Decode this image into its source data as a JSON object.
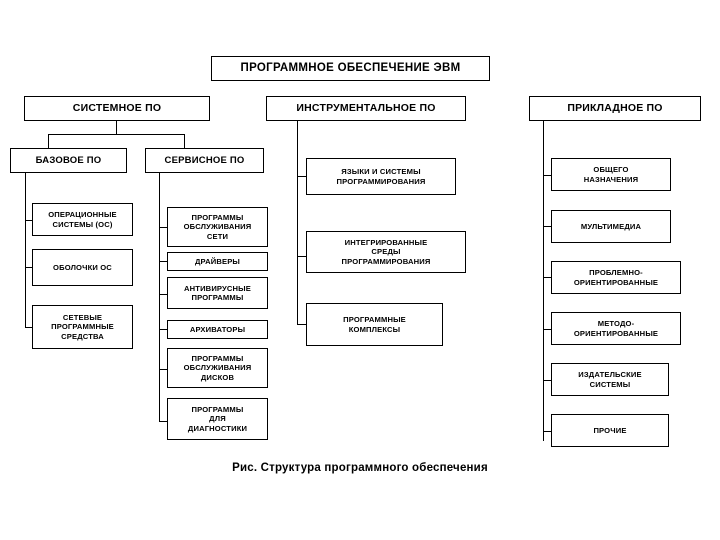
{
  "diagram": {
    "caption": "Рис. Структура программного обеспечения",
    "root": {
      "label": "ПРОГРАММНОЕ ОБЕСПЕЧЕНИЕ ЭВМ"
    },
    "branches": [
      {
        "id": "system",
        "label": "СИСТЕМНОЕ ПО",
        "subgroups": [
          {
            "id": "base",
            "label": "БАЗОВОЕ ПО",
            "items": [
              {
                "label": "ОПЕРАЦИОННЫЕ\nСИСТЕМЫ (ОС)"
              },
              {
                "label": "ОБОЛОЧКИ ОС"
              },
              {
                "label": "СЕТЕВЫЕ\nПРОГРАММНЫЕ\nСРЕДСТВА"
              }
            ]
          },
          {
            "id": "service",
            "label": "СЕРВИСНОЕ ПО",
            "items": [
              {
                "label": "ПРОГРАММЫ\nОБСЛУЖИВАНИЯ\nСЕТИ"
              },
              {
                "label": "ДРАЙВЕРЫ"
              },
              {
                "label": "АНТИВИРУСНЫЕ\nПРОГРАММЫ"
              },
              {
                "label": "АРХИВАТОРЫ"
              },
              {
                "label": "ПРОГРАММЫ\nОБСЛУЖИВАНИЯ\nДИСКОВ"
              },
              {
                "label": "ПРОГРАММЫ\nДЛЯ\nДИАГНОСТИКИ"
              }
            ]
          }
        ]
      },
      {
        "id": "instrumental",
        "label": "ИНСТРУМЕНТАЛЬНОЕ ПО",
        "items": [
          {
            "label": "ЯЗЫКИ И СИСТЕМЫ\nПРОГРАММИРОВАНИЯ"
          },
          {
            "label": "ИНТЕГРИРОВАННЫЕ\nСРЕДЫ\nПРОГРАММИРОВАНИЯ"
          },
          {
            "label": "ПРОГРАММНЫЕ\nКОМПЛЕКСЫ"
          }
        ]
      },
      {
        "id": "applied",
        "label": "ПРИКЛАДНОЕ ПО",
        "items": [
          {
            "label": "ОБЩЕГО\nНАЗНАЧЕНИЯ"
          },
          {
            "label": "МУЛЬТИМЕДИА"
          },
          {
            "label": "ПРОБЛЕМНО-\nОРИЕНТИРОВАННЫЕ"
          },
          {
            "label": "МЕТОДО-\nОРИЕНТИРОВАННЫЕ"
          },
          {
            "label": "ИЗДАТЕЛЬСКИЕ\nСИСТЕМЫ"
          },
          {
            "label": "ПРОЧИЕ"
          }
        ]
      }
    ],
    "colors": {
      "stroke": "#000000",
      "fill": "#ffffff"
    }
  }
}
